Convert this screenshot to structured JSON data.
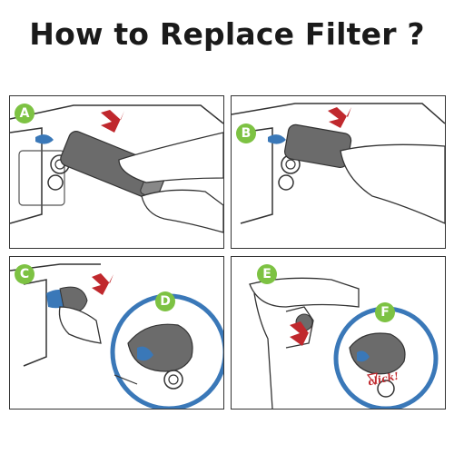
{
  "title": "How to Replace Filter ?",
  "steps": {
    "a": "A",
    "b": "B",
    "c": "C",
    "d": "D",
    "e": "E",
    "f": "F"
  },
  "click_label": "click!",
  "colors": {
    "badge": "#7dc243",
    "arrow": "#c0282d",
    "filter": "#6b6b6b",
    "cap": "#3a78b8",
    "zoom_ring": "#3a78b8"
  }
}
